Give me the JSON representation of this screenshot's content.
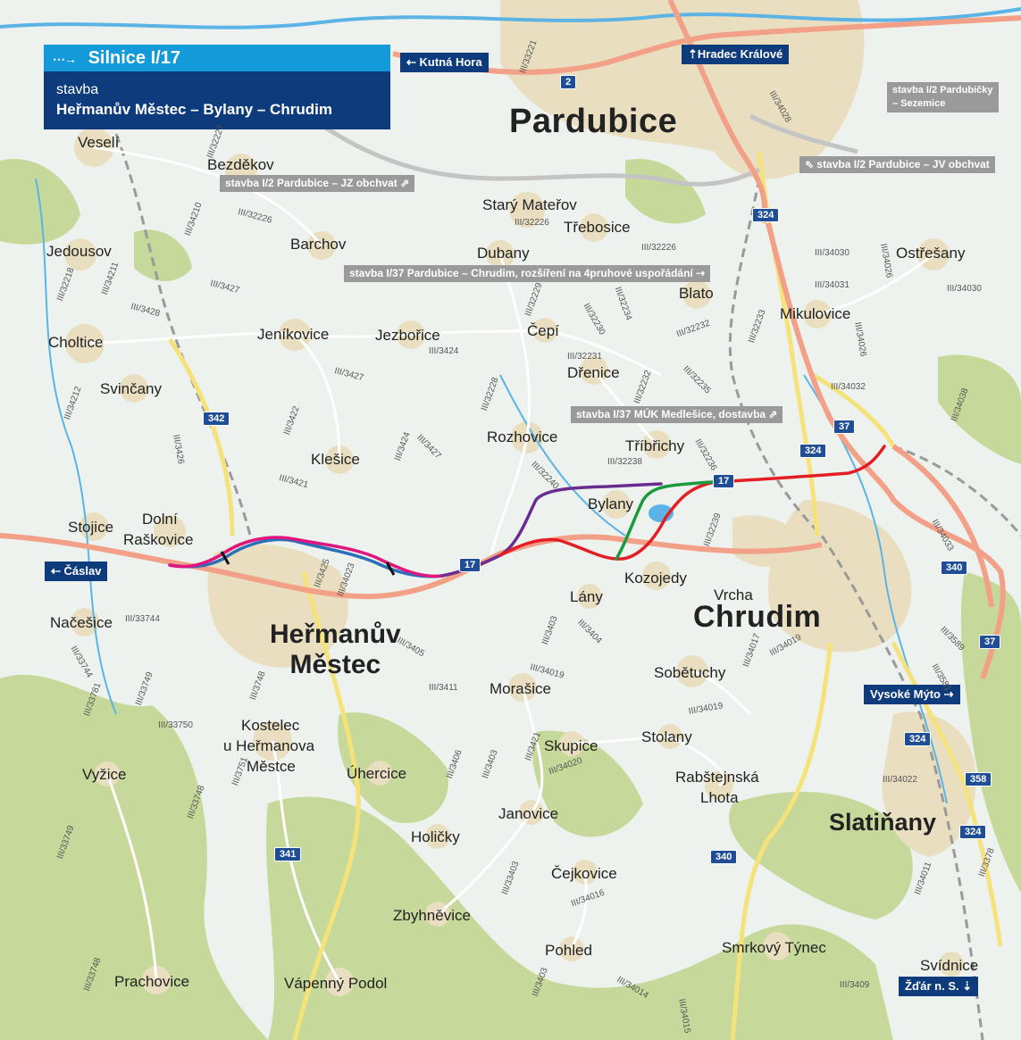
{
  "title": {
    "road": "Silnice I/17",
    "subtitle": "stavba",
    "project": "Heřmanův Městec – Bylany – Chrudim",
    "arrow_icon": "dotted-arrow-right-icon"
  },
  "cities": {
    "pardubice": "Pardubice",
    "chrudim": "Chrudim",
    "hermanuv1": "Heřmanův",
    "hermanuv2": "Městec",
    "slatinany": "Slatiňany"
  },
  "towns": {
    "veseli": "Veselí",
    "bezdekov": "Bezděkov",
    "jedousov": "Jedousov",
    "barchov": "Barchov",
    "stary_materov": "Starý Mateřov",
    "trebosice": "Třebosice",
    "dubany": "Dubany",
    "ostresany": "Ostřešany",
    "blato": "Blato",
    "mikulovice": "Mikulovice",
    "choltice": "Choltice",
    "jenikovice": "Jeníkovice",
    "jezborice": "Jezbořice",
    "cepi": "Čepí",
    "drenice": "Dřenice",
    "svincany": "Svinčany",
    "rozhovice": "Rozhovice",
    "tribrichy": "Tříbřichy",
    "klesice": "Klešice",
    "stojice": "Stojice",
    "dolni": "Dolní",
    "raskovice": "Raškovice",
    "bylany": "Bylany",
    "kozojedy": "Kozojedy",
    "lany": "Lány",
    "vrcha": "Vrcha",
    "nacesice": "Načešice",
    "sobetuchy": "Sobětuchy",
    "morasice": "Morašice",
    "kostelec1": "Kostelec",
    "kostelec2": "u Heřmanova",
    "kostelec3": "Městce",
    "skupice": "Skupice",
    "stolany": "Stolany",
    "vyzice": "Vyžice",
    "uhercice": "Úhercice",
    "rabstejnska1": "Rabštejnská",
    "rabstejnska2": "Lhota",
    "janovice": "Janovice",
    "holicky": "Holičky",
    "cejkovice": "Čejkovice",
    "zbyhnevice": "Zbyhněvice",
    "pohled": "Pohled",
    "smrkovy": "Smrkový Týnec",
    "svidnice": "Svídnice",
    "prachovice": "Prachovice",
    "vapenny": "Vápenný Podol"
  },
  "directions": {
    "kutna_hora": "Kutná Hora",
    "hradec": "Hradec Králové",
    "caslav": "Čáslav",
    "vysoke_myto": "Vysoké Mýto",
    "zdar": "Žďár n. S."
  },
  "notes": {
    "pardubicky1": "stavba I/2 Pardubičky",
    "pardubicky2": "– Sezemice",
    "jv_obchvat": "stavba I/2 Pardubice – JV obchvat",
    "jz_obchvat": "stavba I/2 Pardubice – JZ obchvat",
    "i37_rozsireni": "stavba I/37 Pardubice – Chrudim, rozšíření na 4pruhové uspořádání",
    "muk_medlesice": "stavba I/37 MÚK Medlešice, dostavba"
  },
  "shields": {
    "s2": "2",
    "s324a": "324",
    "s37a": "37",
    "s324b": "324",
    "s342": "342",
    "s17a": "17",
    "s17b": "17",
    "s340a": "340",
    "s37b": "37",
    "s324c": "324",
    "s358": "358",
    "s324d": "324",
    "s341": "341",
    "s340b": "340"
  },
  "road_labels": {
    "r33221": "III/33221",
    "r34028": "III/34028",
    "r32227": "III/32227",
    "r34210": "III/34210",
    "r32226a": "III/32226",
    "r32226b": "III/32226",
    "r32226c": "III/32226",
    "r34026": "III/34026",
    "r34030": "III/34030",
    "r34030b": "III/34030",
    "r34031": "III/34031",
    "r34211": "III/34211",
    "r32218": "III/32218",
    "r3428": "III/3428",
    "r3427": "III/3427",
    "r3424": "III/3424",
    "r32229": "III/32229",
    "r32230": "III/32230",
    "r32234": "III/32234",
    "r32232": "III/32232",
    "r32233": "III/32233",
    "r34026b": "III/34026",
    "r32231": "III/32231",
    "r34212": "III/34212",
    "r3427b": "III/3427",
    "r32228": "III/32228",
    "r32232b": "III/32232",
    "r32235": "III/32235",
    "r34032": "III/34032",
    "r34038": "III/34038",
    "r3426": "III/3426",
    "r3422": "III/3422",
    "r3424b": "III/3424",
    "r3427c": "III/3427",
    "r32236": "III/32236",
    "r3421": "III/3421",
    "r32238": "III/32238",
    "r32240": "III/32240",
    "r32239": "III/32239",
    "r34033": "III/34033",
    "r3425": "III/3425",
    "r34023": "III/34023",
    "r33744": "III/33744",
    "r3405": "III/3405",
    "r3403": "III/3403",
    "r3404": "III/3404",
    "r34017": "III/34017",
    "r34019": "III/34019",
    "r3589": "III/3589",
    "r33744b": "III/33744",
    "r3411": "III/3411",
    "r34019b": "III/34019",
    "r3581": "III/3581",
    "r3748": "III/3748",
    "r33749": "III/33749",
    "r33750": "III/33750",
    "r34019c": "III/34019",
    "r33781": "III/33781",
    "r3751": "III/3751",
    "r3421b": "III/3421",
    "r34020": "III/34020",
    "r3406": "III/3406",
    "r3403b": "III/3403",
    "r34022": "III/34022",
    "r33748": "III/33748",
    "r33749b": "III/33749",
    "r33403": "III/33403",
    "r3378": "III/3378",
    "r34011": "III/34011",
    "r34016": "III/34016",
    "r33748b": "III/33748",
    "r3403c": "III/3403",
    "r34014": "III/34014",
    "r34015": "III/34015",
    "r3409": "III/3409"
  },
  "colors": {
    "route_red": "#e31e24",
    "route_green": "#1a9a3c",
    "route_purple": "#6a2d8f",
    "route_magenta": "#e0157f",
    "route_blue": "#2b6fb8",
    "title_cyan": "#149ad8",
    "title_navy": "#0d3b7c",
    "forest": "#c7d99a",
    "urban": "#e9dfc0",
    "road_major": "#f2a088",
    "road_yellow": "#f5e27a",
    "water": "#5bb4e5"
  }
}
